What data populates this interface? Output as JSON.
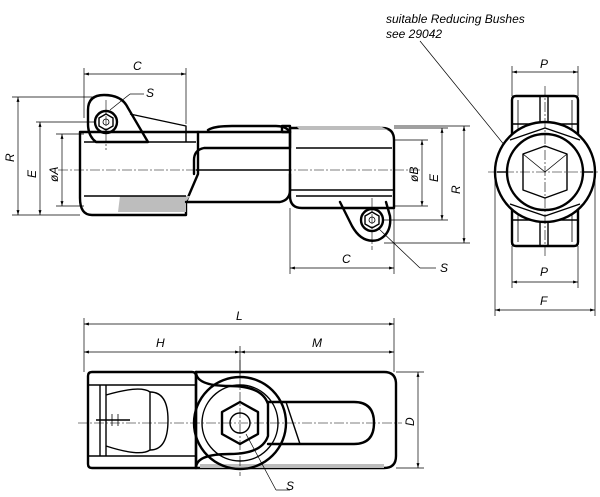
{
  "note": {
    "line1": "suitable Reducing Bushes",
    "line2": "see 29042"
  },
  "dimensions": {
    "C_top": "C",
    "S_top": "S",
    "R_left": "R",
    "E_left": "E",
    "A_left": "øA",
    "B_right": "øB",
    "E_right": "E",
    "R_right": "R",
    "C_bottom": "C",
    "S_bottom": "S",
    "P_top": "P",
    "P_bottom": "P",
    "F": "F",
    "L": "L",
    "H": "H",
    "M": "M",
    "D": "D",
    "S_plan": "S"
  }
}
